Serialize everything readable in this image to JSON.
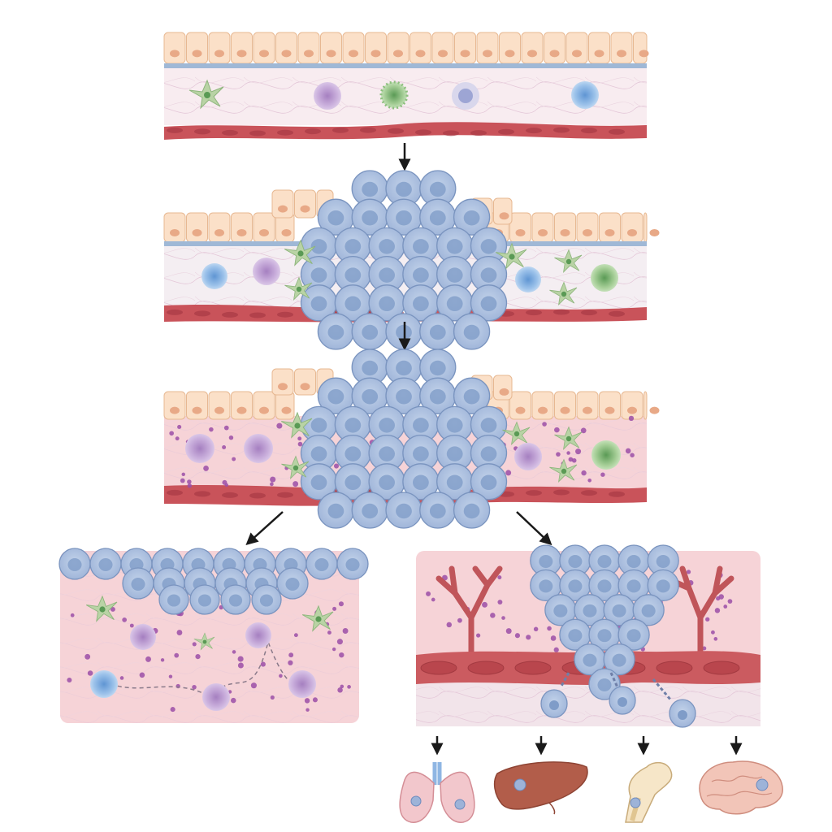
{
  "diagram": {
    "stages": [
      {
        "id": "normal-tissue",
        "description_icon": "healthy-epithelium-icon"
      },
      {
        "id": "tumor-formation",
        "description_icon": "tumor-mass-icon"
      },
      {
        "id": "inflamed-tumor",
        "description_icon": "inflamed-tissue-icon"
      }
    ],
    "panels": [
      {
        "id": "immune-recruitment-panel"
      },
      {
        "id": "angiogenesis-intravasation-panel"
      }
    ],
    "organs": [
      {
        "id": "lungs",
        "icon": "lungs-icon"
      },
      {
        "id": "liver",
        "icon": "liver-icon"
      },
      {
        "id": "bone",
        "icon": "bone-icon"
      },
      {
        "id": "brain",
        "icon": "brain-icon"
      }
    ],
    "colors": {
      "epithelium": "#fbe0c8",
      "epithelium_outline": "#e7b892",
      "nucleus": "#e8a987",
      "basement_membrane": "#9fb8d6",
      "stroma_normal": "#f8ecf0",
      "stroma_inflamed": "#f6d3d7",
      "vessel": "#c9535a",
      "tumor_cell": "#a9bedf",
      "tumor_nucleus": "#7f9cc8",
      "tumor_outline": "#7a94bf",
      "fibroblast": "#b9d3a5",
      "immune_purple": "#c5a6d6",
      "immune_blue": "#8fb6e3",
      "cytokine": "#9b4da7",
      "arrow": "#1a1a1a"
    }
  }
}
